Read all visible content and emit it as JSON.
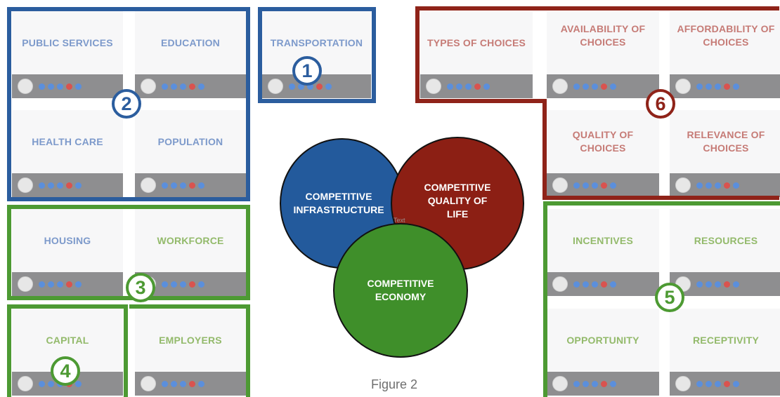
{
  "tiles": {
    "public_services": "PUBLIC SERVICES",
    "education": "EDUCATION",
    "transportation": "TRANSPORTATION",
    "health_care": "HEALTH CARE",
    "population": "POPULATION",
    "housing": "HOUSING",
    "workforce": "WORKFORCE",
    "capital": "CAPITAL",
    "employers": "EMPLOYERS",
    "types_of_choices": "TYPES OF CHOICES",
    "availability_of_choices": "AVAILABILITY OF CHOICES",
    "affordability_of_choices": "AFFORDABILITY OF CHOICES",
    "quality_of_choices": "QUALITY OF CHOICES",
    "relevance_of_choices": "RELEVANCE OF CHOICES",
    "incentives": "INCENTIVES",
    "resources": "RESOURCES",
    "opportunity": "OPPORTUNITY",
    "receptivity": "RECEPTIVITY"
  },
  "badges": {
    "b1": "1",
    "b2": "2",
    "b3": "3",
    "b4": "4",
    "b5": "5",
    "b6": "6"
  },
  "venn": {
    "infrastructure": "COMPETITIVE INFRASTRUCTURE",
    "quality_of_life": "COMPETITIVE QUALITY OF LIFE",
    "economy": "COMPETITIVE ECONOMY",
    "small_text": "Text"
  },
  "caption": "Figure 2",
  "colors": {
    "blue": "#2b5d9e",
    "red": "#8f2319",
    "green": "#4d9a33",
    "venn_blue": "#235a9c",
    "venn_red": "#8c1f14",
    "venn_green": "#3f8f2a"
  }
}
